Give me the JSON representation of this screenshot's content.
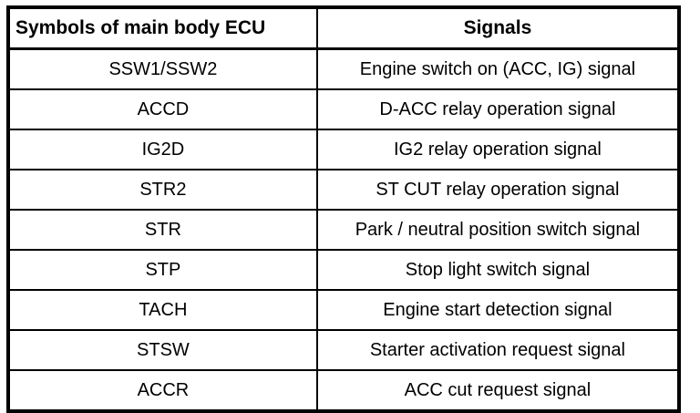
{
  "table": {
    "columns": [
      {
        "key": "symbol",
        "header": "Symbols of main body ECU",
        "align": "left"
      },
      {
        "key": "signal",
        "header": "Signals",
        "align": "center"
      }
    ],
    "rows": [
      {
        "symbol": "SSW1/SSW2",
        "signal": "Engine switch on (ACC, IG) signal"
      },
      {
        "symbol": "ACCD",
        "signal": "D-ACC relay operation signal"
      },
      {
        "symbol": "IG2D",
        "signal": "IG2 relay operation signal"
      },
      {
        "symbol": "STR2",
        "signal": "ST CUT relay operation signal"
      },
      {
        "symbol": "STR",
        "signal": "Park / neutral position switch signal"
      },
      {
        "symbol": "STP",
        "signal": "Stop light switch signal"
      },
      {
        "symbol": "TACH",
        "signal": "Engine start detection signal"
      },
      {
        "symbol": "STSW",
        "signal": "Starter activation request signal"
      },
      {
        "symbol": "ACCR",
        "signal": "ACC cut request signal"
      }
    ]
  },
  "colors": {
    "border": "#000000",
    "text": "#000000",
    "background": "#ffffff"
  }
}
